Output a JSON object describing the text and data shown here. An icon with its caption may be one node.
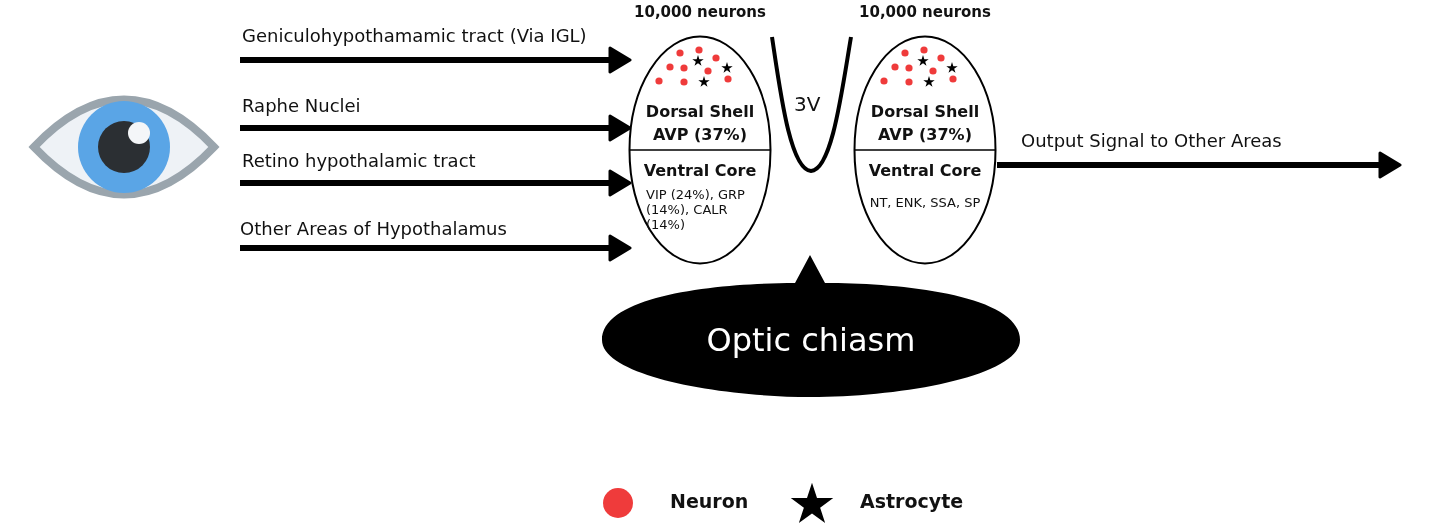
{
  "diagram": {
    "nodes": [
      {
        "text": [
          "Dorsal Shell",
          "AVP (37%)",
          "Ventral Core",
          "VIP (24%), GRP (14%), CALR (14%)"
        ],
        "beside": [
          "10,000 neurons"
        ]
      },
      {
        "text": [
          "Dorsal Shell",
          "AVP (37%)",
          "Ventral Core",
          "NT, ENK, SSA, SP"
        ],
        "beside": [
          "10,000 neurons"
        ]
      },
      {
        "text": [
          "Optic chiasm"
        ]
      }
    ],
    "edges": [
      {
        "from": null,
        "to": 0,
        "arrow": "to",
        "label": "Geniculohypothamamic tract (Via IGL)"
      },
      {
        "from": null,
        "to": 0,
        "arrow": "to",
        "label": "Raphe Nuclei"
      },
      {
        "from": null,
        "to": 0,
        "arrow": "to",
        "label": "Retino hypothalamic tract"
      },
      {
        "from": null,
        "to": 0,
        "arrow": "to",
        "label": "Other Areas of Hypothalamus"
      },
      {
        "from": 1,
        "to": null,
        "arrow": "to",
        "label": "Output Signal to Other Areas"
      }
    ],
    "labels": [
      "3V"
    ],
    "legend": [
      {
        "text": "Neuron",
        "color": "#ef3b3b"
      },
      {
        "text": "Astrocyte"
      }
    ]
  }
}
